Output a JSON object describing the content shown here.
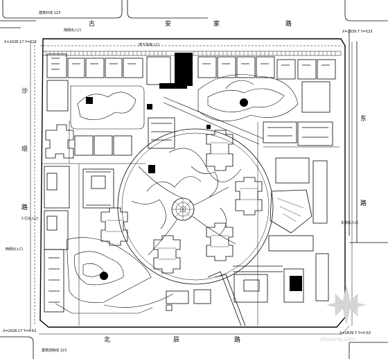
{
  "plan": {
    "roads": {
      "north": [
        "古",
        "安",
        "家",
        "路"
      ],
      "west": [
        "沙",
        "坝",
        "路"
      ],
      "east": [
        "东",
        "路"
      ],
      "south": [
        "北",
        "辰",
        "路"
      ]
    },
    "coords": {
      "top_left": "X=2028.17 Y=523",
      "top_right": "X=2839.7 Y=523",
      "bottom_left": "X=2028.17 Y=0.63",
      "bottom_right": "X=2839.7 Y=0.63",
      "corner_top_left": "建筑红线 123",
      "corner_bottom_right": "建筑控制线 123"
    },
    "labels": {
      "north_entrance": "南侧出入口",
      "north_parking": "地下车库入口",
      "west_entrance": "西侧出入口",
      "east_entrance": "东侧出入口",
      "southwest_entrance": "人行出入口"
    },
    "watermark": "zhulong.com"
  }
}
